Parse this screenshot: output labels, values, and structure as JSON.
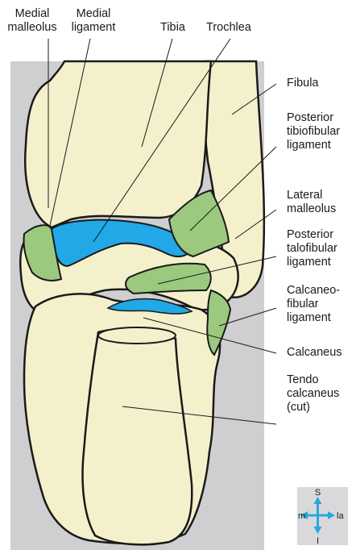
{
  "labels": {
    "medial_malleolus": [
      "Medial",
      "malleolus"
    ],
    "medial_ligament": [
      "Medial",
      "ligament"
    ],
    "tibia": [
      "Tibia"
    ],
    "trochlea": [
      "Trochlea"
    ],
    "fibula": [
      "Fibula"
    ],
    "posterior_tibiofibular_ligament": [
      "Posterior",
      "tibiofibular",
      "ligament"
    ],
    "lateral_malleolus": [
      "Lateral",
      "malleolus"
    ],
    "posterior_talofibular_ligament": [
      "Posterior",
      "talofibular",
      "ligament"
    ],
    "calcaneofibular_ligament": [
      "Calcaneo-",
      "fibular",
      "ligament"
    ],
    "calcaneus": [
      "Calcaneus"
    ],
    "tendo_calcaneus": [
      "Tendo",
      "calcaneus",
      "(cut)"
    ]
  },
  "compass": {
    "superior": "S",
    "inferior": "I",
    "medial": "m",
    "lateral": "la"
  },
  "colors": {
    "panel": "#cfcfd1",
    "bone": "#f4f0cc",
    "cartilage": "#21a8e6",
    "ligament": "#9bc97e",
    "outline": "#1a1a1a",
    "compass_arrow": "#2aa7dd"
  }
}
